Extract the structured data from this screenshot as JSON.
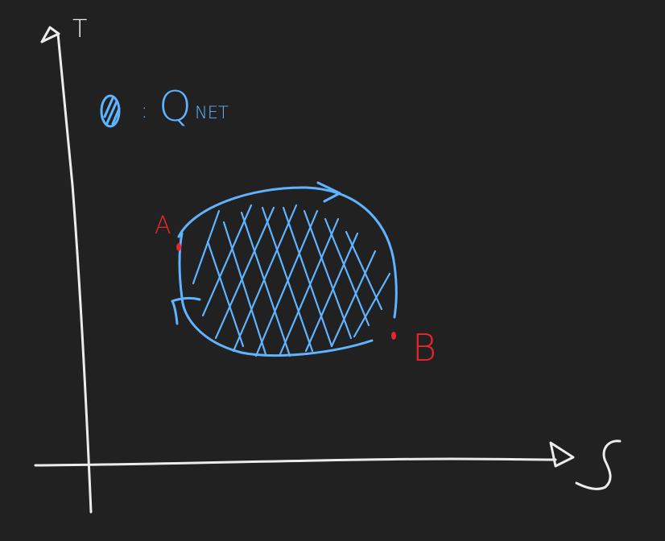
{
  "colors": {
    "background": "#212121",
    "axes": "#ececec",
    "cycle": "#5fb3ff",
    "points": "#e8262f"
  },
  "axes": {
    "y_label": "T",
    "x_label": "S"
  },
  "legend": {
    "separator": ":",
    "symbol_letter": "Q",
    "subscript": "NET"
  },
  "points": {
    "a": "A",
    "b": "B"
  }
}
